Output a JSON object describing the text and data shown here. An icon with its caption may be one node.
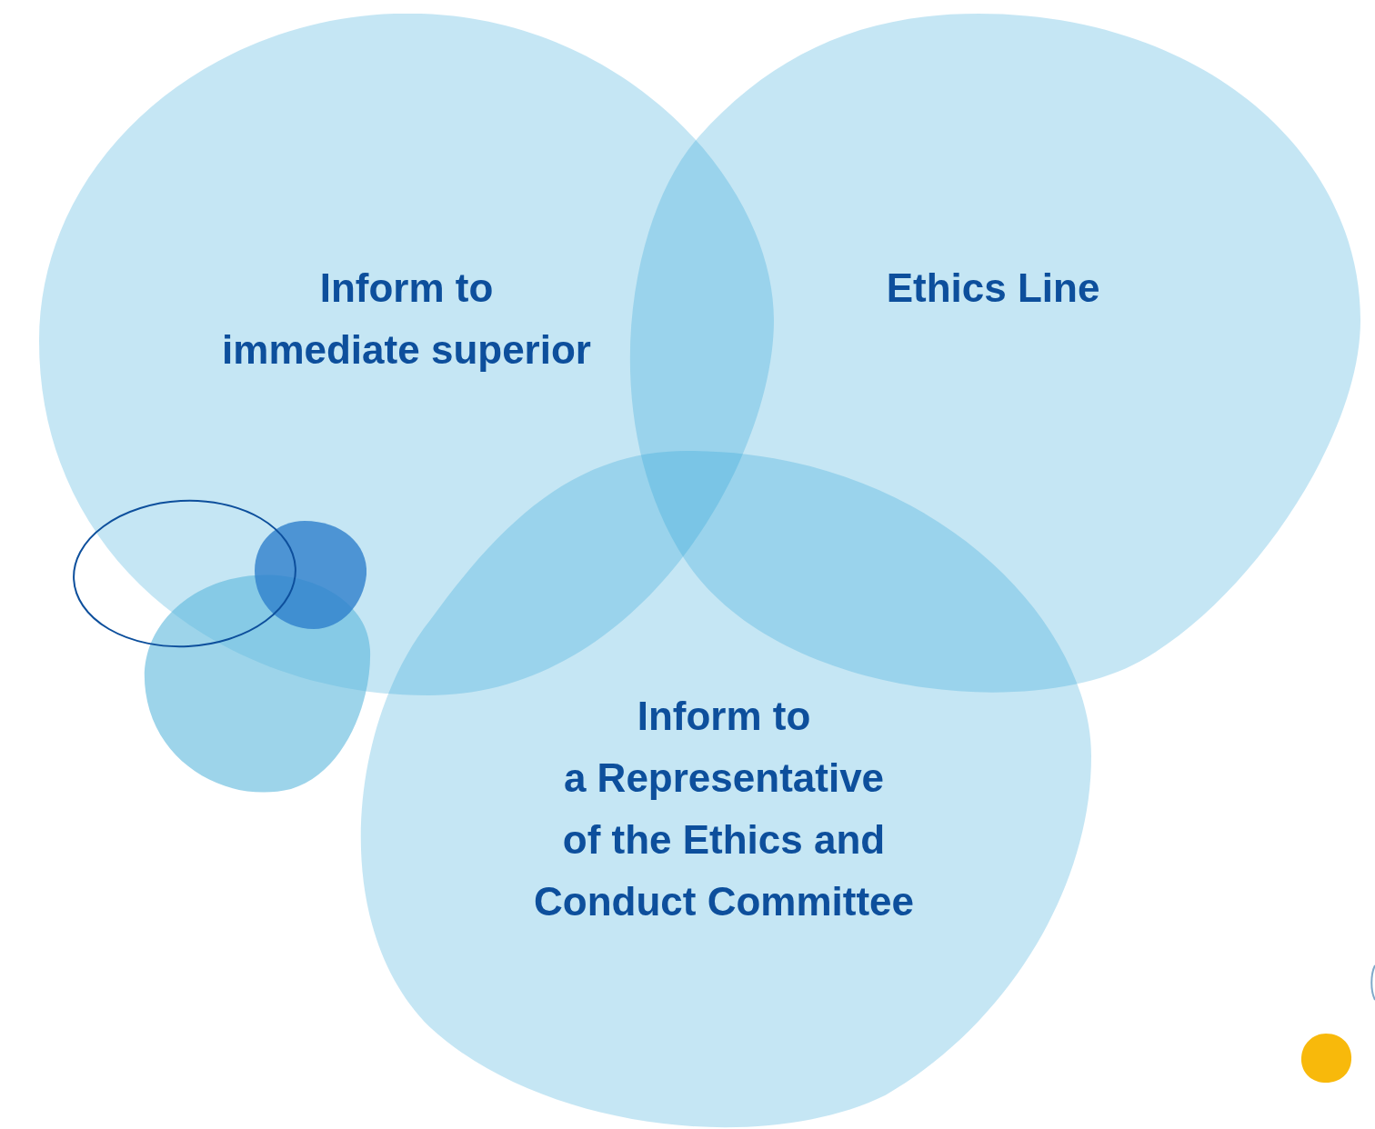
{
  "diagram": {
    "nodes": [
      {
        "text": [
          "Inform to immediate superior"
        ]
      },
      {
        "text": [
          "Ethics Line"
        ]
      },
      {
        "text": [
          "Inform to a Representative of the Ethics and Conduct Committee"
        ]
      }
    ]
  }
}
